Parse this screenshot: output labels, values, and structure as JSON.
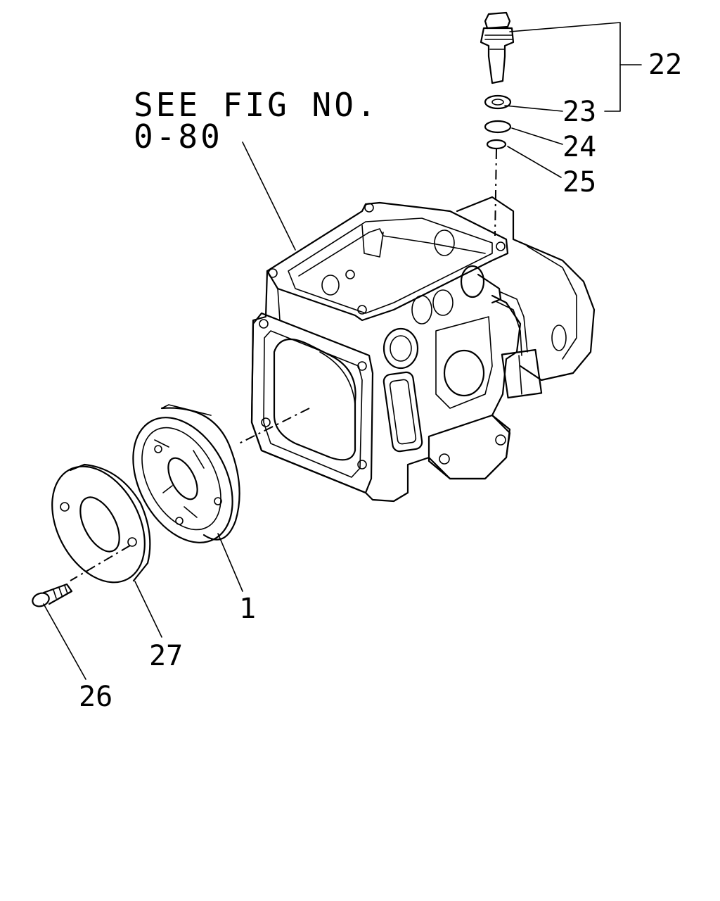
{
  "reference_note": {
    "line1": "SEE FIG NO.",
    "line2": "0-80"
  },
  "callouts": {
    "c22": "22",
    "c23": "23",
    "c24": "24",
    "c25": "25",
    "c1": "1",
    "c27": "27",
    "c26": "26"
  }
}
